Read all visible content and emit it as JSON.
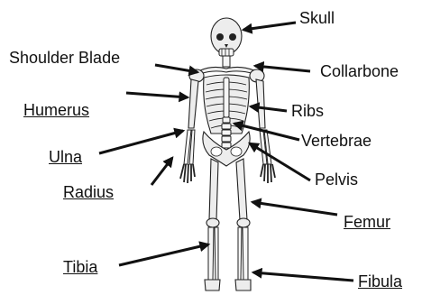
{
  "labels": {
    "skull": "Skull",
    "shoulder_blade": "Shoulder Blade",
    "collarbone": "Collarbone",
    "humerus": "Humerus",
    "ribs": "Ribs",
    "ulna": "Ulna",
    "vertebrae": "Vertebrae",
    "radius": "Radius",
    "pelvis": "Pelvis",
    "femur": "Femur",
    "tibia": "Tibia",
    "fibula": "Fibula"
  },
  "colors": {
    "bone_fill": "#ededed",
    "outline": "#222222",
    "text": "#111111"
  }
}
